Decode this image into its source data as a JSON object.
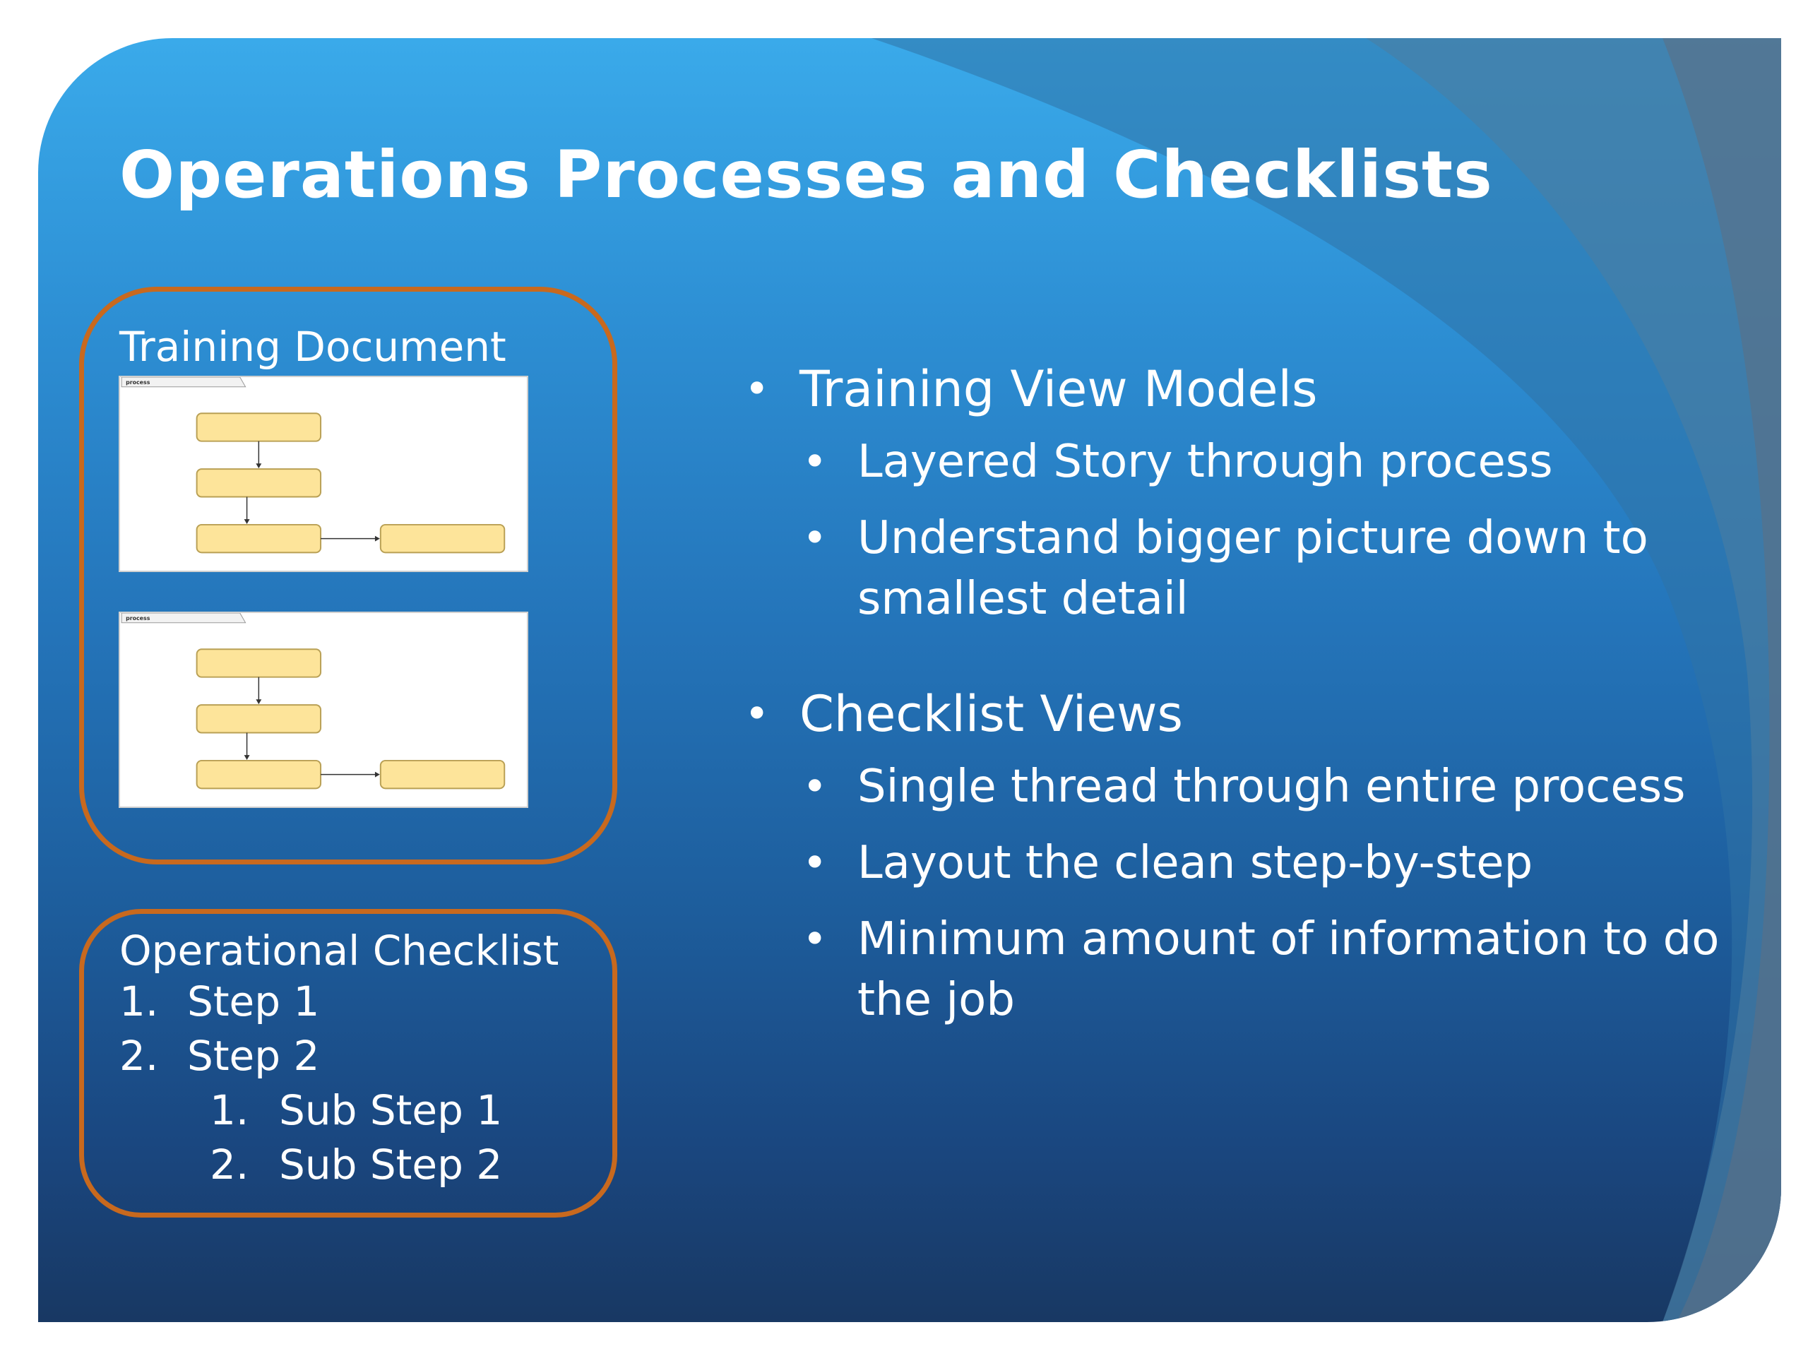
{
  "slide": {
    "title": "Operations Processes and Checklists",
    "colors": {
      "accent_border": "#c8691e",
      "text": "#ffffff",
      "diagram_box": "#fde49a"
    },
    "training_panel": {
      "heading": "Training Document",
      "diagram_tab_label": "process"
    },
    "checklist_panel": {
      "heading": "Operational Checklist",
      "steps": [
        {
          "num": "1.",
          "label": "Step 1"
        },
        {
          "num": "2.",
          "label": "Step 2"
        }
      ],
      "sub_steps": [
        {
          "num": "1.",
          "label": "Sub Step 1"
        },
        {
          "num": "2.",
          "label": "Sub Step 2"
        }
      ]
    },
    "bullets": [
      {
        "label": "Training View Models",
        "children": [
          "Layered Story through process",
          "Understand bigger picture down to smallest detail"
        ]
      },
      {
        "label": "Checklist Views",
        "children": [
          "Single thread through entire process",
          "Layout the clean step-by-step",
          "Minimum amount of information to do the job"
        ]
      }
    ],
    "bullet_glyph": "•"
  }
}
